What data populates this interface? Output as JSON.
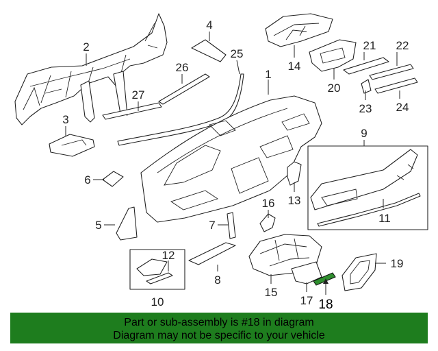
{
  "callouts": [
    "1",
    "2",
    "3",
    "4",
    "5",
    "6",
    "7",
    "8",
    "9",
    "10",
    "11",
    "12",
    "13",
    "14",
    "15",
    "16",
    "17",
    "18",
    "19",
    "20",
    "21",
    "22",
    "23",
    "24",
    "25",
    "26",
    "27"
  ],
  "highlight_part": "18",
  "highlight_color": "#2f8f2f",
  "banner": {
    "line1": "Part or sub-assembly is #18 in diagram",
    "line2": "Diagram may not be specific to your vehicle",
    "background": "#1e7d1e"
  }
}
